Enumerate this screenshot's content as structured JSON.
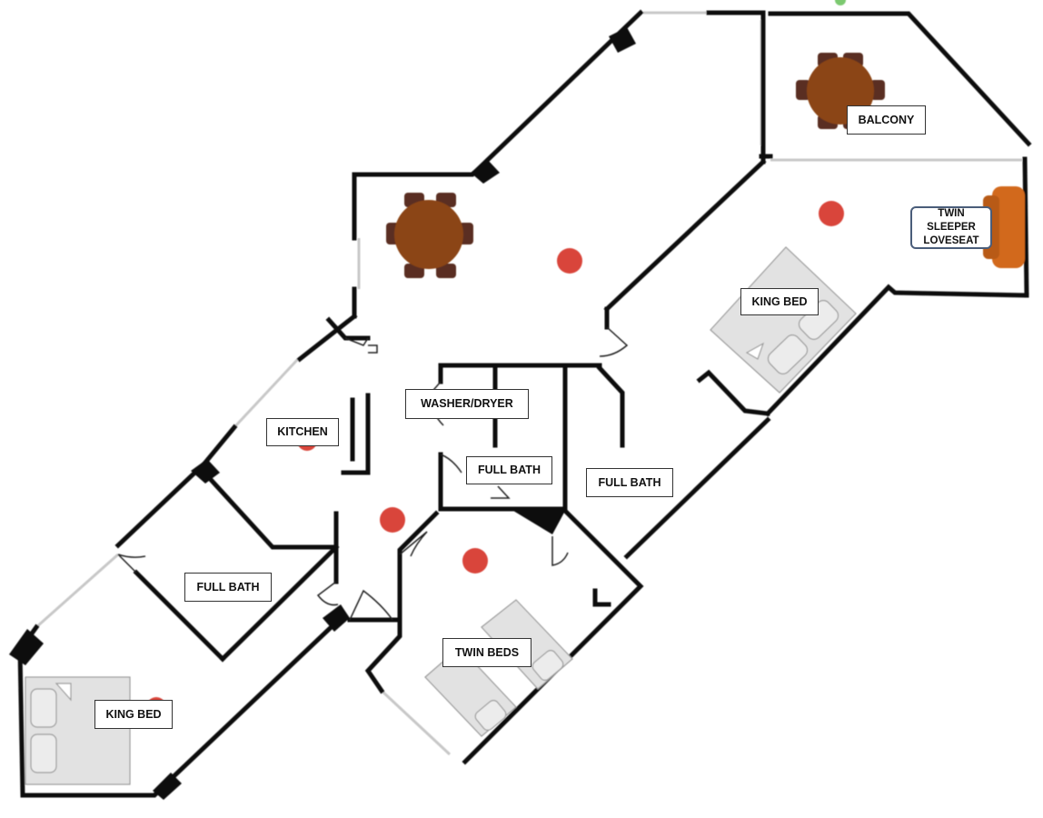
{
  "rooms": {
    "balcony": "BALCONY",
    "twin_sleeper_line1": "TWIN SLEEPER",
    "twin_sleeper_line2": "LOVESEAT",
    "king_bed_right": "KING BED",
    "washer_dryer": "WASHER/DRYER",
    "kitchen": "KITCHEN",
    "full_bath_center": "FULL BATH",
    "full_bath_right": "FULL BATH",
    "full_bath_left": "FULL BATH",
    "twin_beds": "TWIN BEDS",
    "king_bed_left": "KING BED"
  },
  "colors": {
    "wall": "#111111",
    "table": "#8b4513",
    "chair": "#5a2f22",
    "light_fixture": "#d9453a",
    "bed_fill": "#e2e2e2",
    "sofa": "#d2691e",
    "window": "#cccccc"
  }
}
